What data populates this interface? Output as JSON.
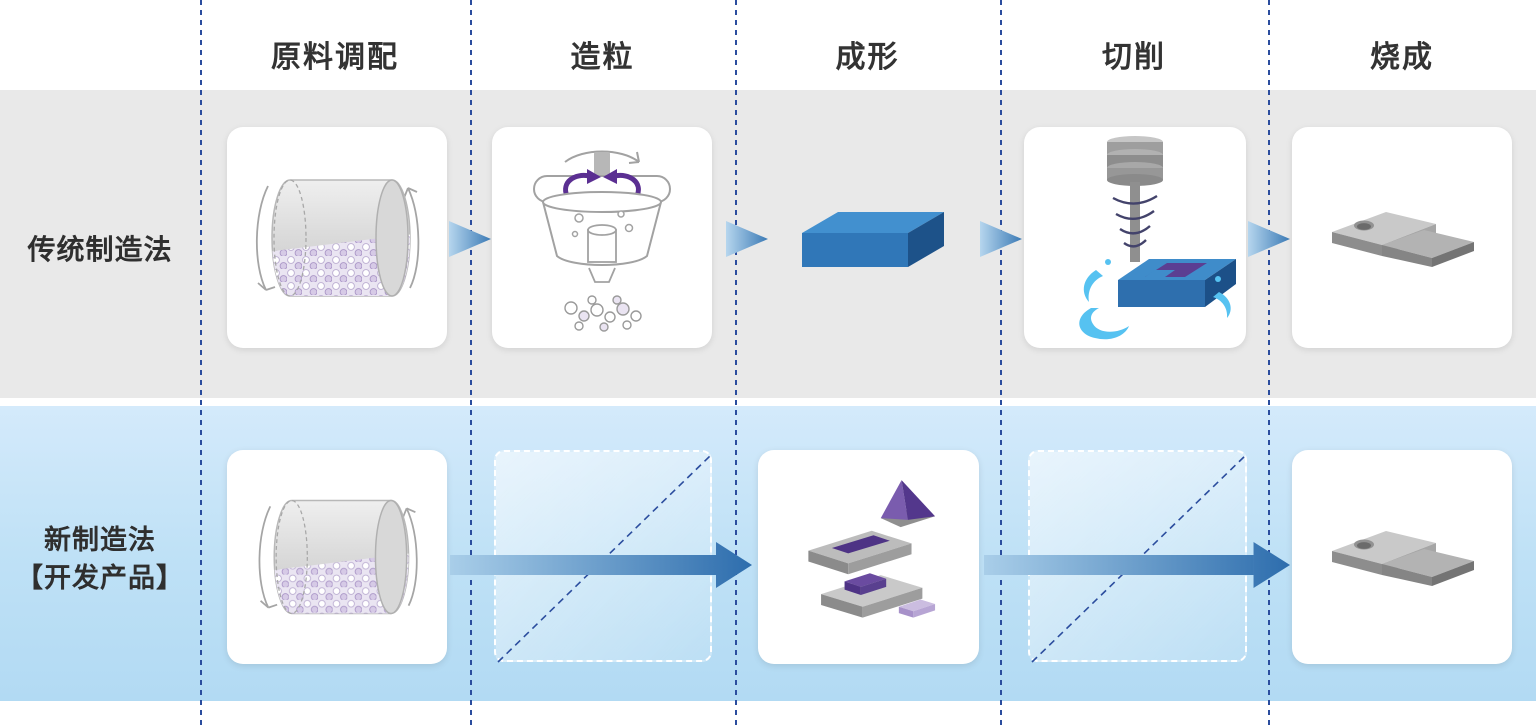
{
  "header": {
    "columns": [
      {
        "label": "原料调配"
      },
      {
        "label": "造粒"
      },
      {
        "label": "成形"
      },
      {
        "label": "切削"
      },
      {
        "label": "烧成"
      }
    ]
  },
  "rows": {
    "traditional": {
      "label": "传统制造法",
      "steps": [
        {
          "column": "原料调配",
          "illustration": "ball-mill",
          "skipped": false
        },
        {
          "column": "造粒",
          "illustration": "granulator",
          "skipped": false
        },
        {
          "column": "成形",
          "illustration": "pressed-blue-block",
          "skipped": false
        },
        {
          "column": "切削",
          "illustration": "milling-machine",
          "skipped": false
        },
        {
          "column": "烧成",
          "illustration": "finished-part",
          "skipped": false
        }
      ]
    },
    "new": {
      "label_line1": "新制造法",
      "label_line2": "【开发产品】",
      "steps": [
        {
          "column": "原料调配",
          "illustration": "ball-mill",
          "skipped": false
        },
        {
          "column": "造粒",
          "illustration": null,
          "skipped": true
        },
        {
          "column": "成形",
          "illustration": "mold-parts",
          "skipped": false
        },
        {
          "column": "切削",
          "illustration": null,
          "skipped": true
        },
        {
          "column": "烧成",
          "illustration": "finished-part",
          "skipped": false
        }
      ]
    }
  },
  "colors": {
    "traditional_row_bg": "#e9e9e9",
    "new_row_bg_top": "#d4eafb",
    "new_row_bg_bottom": "#b2daf3",
    "arrow_light": "#a9cee9",
    "arrow_dark": "#2d6dad",
    "dashed_guide_line": "#2b4d9e",
    "header_text": "#333333",
    "skip_diagonal": "#2b4d9e"
  }
}
